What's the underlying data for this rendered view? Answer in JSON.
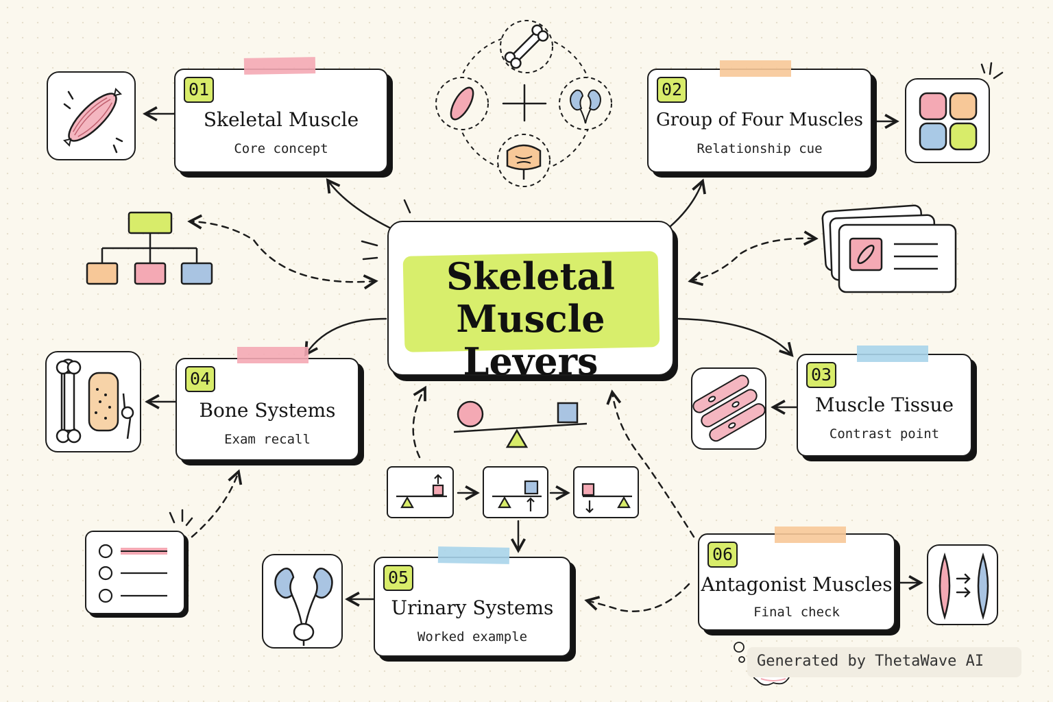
{
  "title": "Skeletal Muscle Levers",
  "palette": {
    "accent": "#d8ee6c",
    "pink": "#f4a9b4",
    "orange": "#f7c898",
    "blue": "#a9d4ea",
    "ink": "#1c1c1c"
  },
  "nodes": [
    {
      "number": "01",
      "title": "Skeletal Muscle",
      "subtitle": "Core concept",
      "icon": "muscle-icon"
    },
    {
      "number": "02",
      "title": "Group of Four Muscles",
      "subtitle": "Relationship cue",
      "icon": "four-squares-icon"
    },
    {
      "number": "03",
      "title": "Muscle Tissue",
      "subtitle": "Contrast point",
      "icon": "muscle-tissue-icon"
    },
    {
      "number": "04",
      "title": "Bone Systems",
      "subtitle": "Exam recall",
      "icon": "bones-icon"
    },
    {
      "number": "05",
      "title": "Urinary Systems",
      "subtitle": "Worked example",
      "icon": "kidneys-icon"
    },
    {
      "number": "06",
      "title": "Antagonist Muscles",
      "subtitle": "Final check",
      "icon": "antagonist-muscles-icon"
    }
  ],
  "footer": {
    "text": "Generated by ThetaWave AI"
  }
}
